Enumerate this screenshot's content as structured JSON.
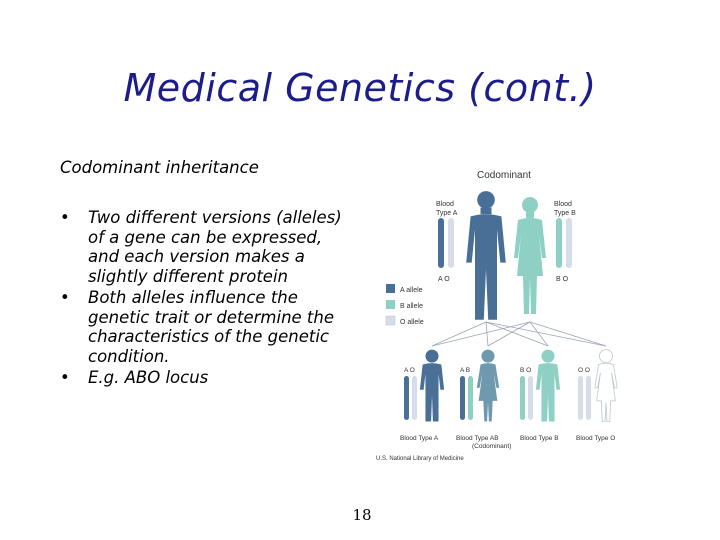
{
  "slide": {
    "title": "Medical Genetics (cont.)",
    "subtitle": "Codominant inheritance",
    "bullets": [
      " Two different versions (alleles) of a gene can be expressed, and each version makes a slightly different protein",
      "Both alleles influence the genetic trait or determine the characteristics of the genetic condition.",
      "E.g. ABO locus"
    ],
    "bullet_marker": "•",
    "page_number": "18"
  },
  "diagram": {
    "heading": "Codominant",
    "parents": {
      "left": {
        "label_line1": "Blood",
        "label_line2": "Type A",
        "alleles": "A  O"
      },
      "right": {
        "label_line1": "Blood",
        "label_line2": "Type B",
        "alleles": "B  O"
      }
    },
    "legend": [
      {
        "label": "A allele",
        "color": "#4a6f96"
      },
      {
        "label": "B allele",
        "color": "#8fd0c4"
      },
      {
        "label": "O allele",
        "color": "#d6dde8"
      }
    ],
    "children": [
      {
        "alleles": "A  O",
        "label": "Blood Type A"
      },
      {
        "alleles": "A  B",
        "label": "Blood Type AB",
        "note": "(Codominant)"
      },
      {
        "alleles": "B  O",
        "label": "Blood Type B"
      },
      {
        "alleles": "O  O",
        "label": "Blood Type O"
      }
    ],
    "credit": "U.S. National Library of Medicine",
    "colors": {
      "a": "#4a6f96",
      "b": "#8fd0c4",
      "o": "#d6dde8",
      "line": "#9aa4b4"
    }
  }
}
